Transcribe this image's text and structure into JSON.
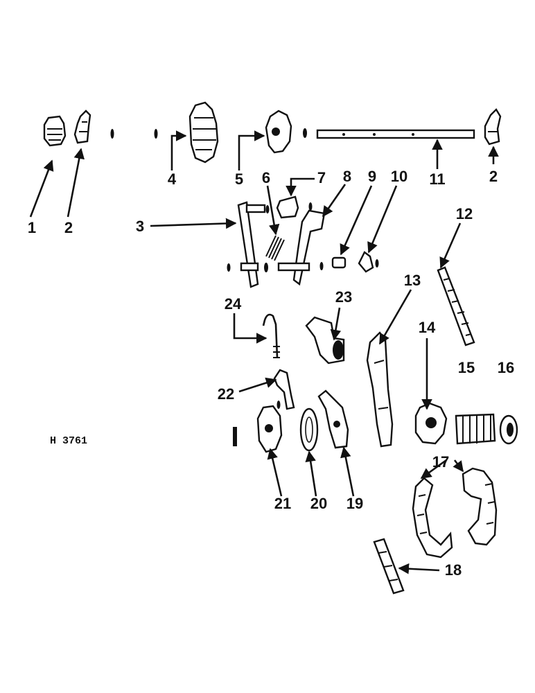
{
  "drawing_code": "H 3761",
  "callouts": [
    "1",
    "2",
    "2",
    "3",
    "4",
    "5",
    "6",
    "7",
    "8",
    "9",
    "10",
    "11",
    "12",
    "13",
    "14",
    "15",
    "16",
    "17",
    "18",
    "19",
    "20",
    "21",
    "22",
    "23",
    "24"
  ]
}
